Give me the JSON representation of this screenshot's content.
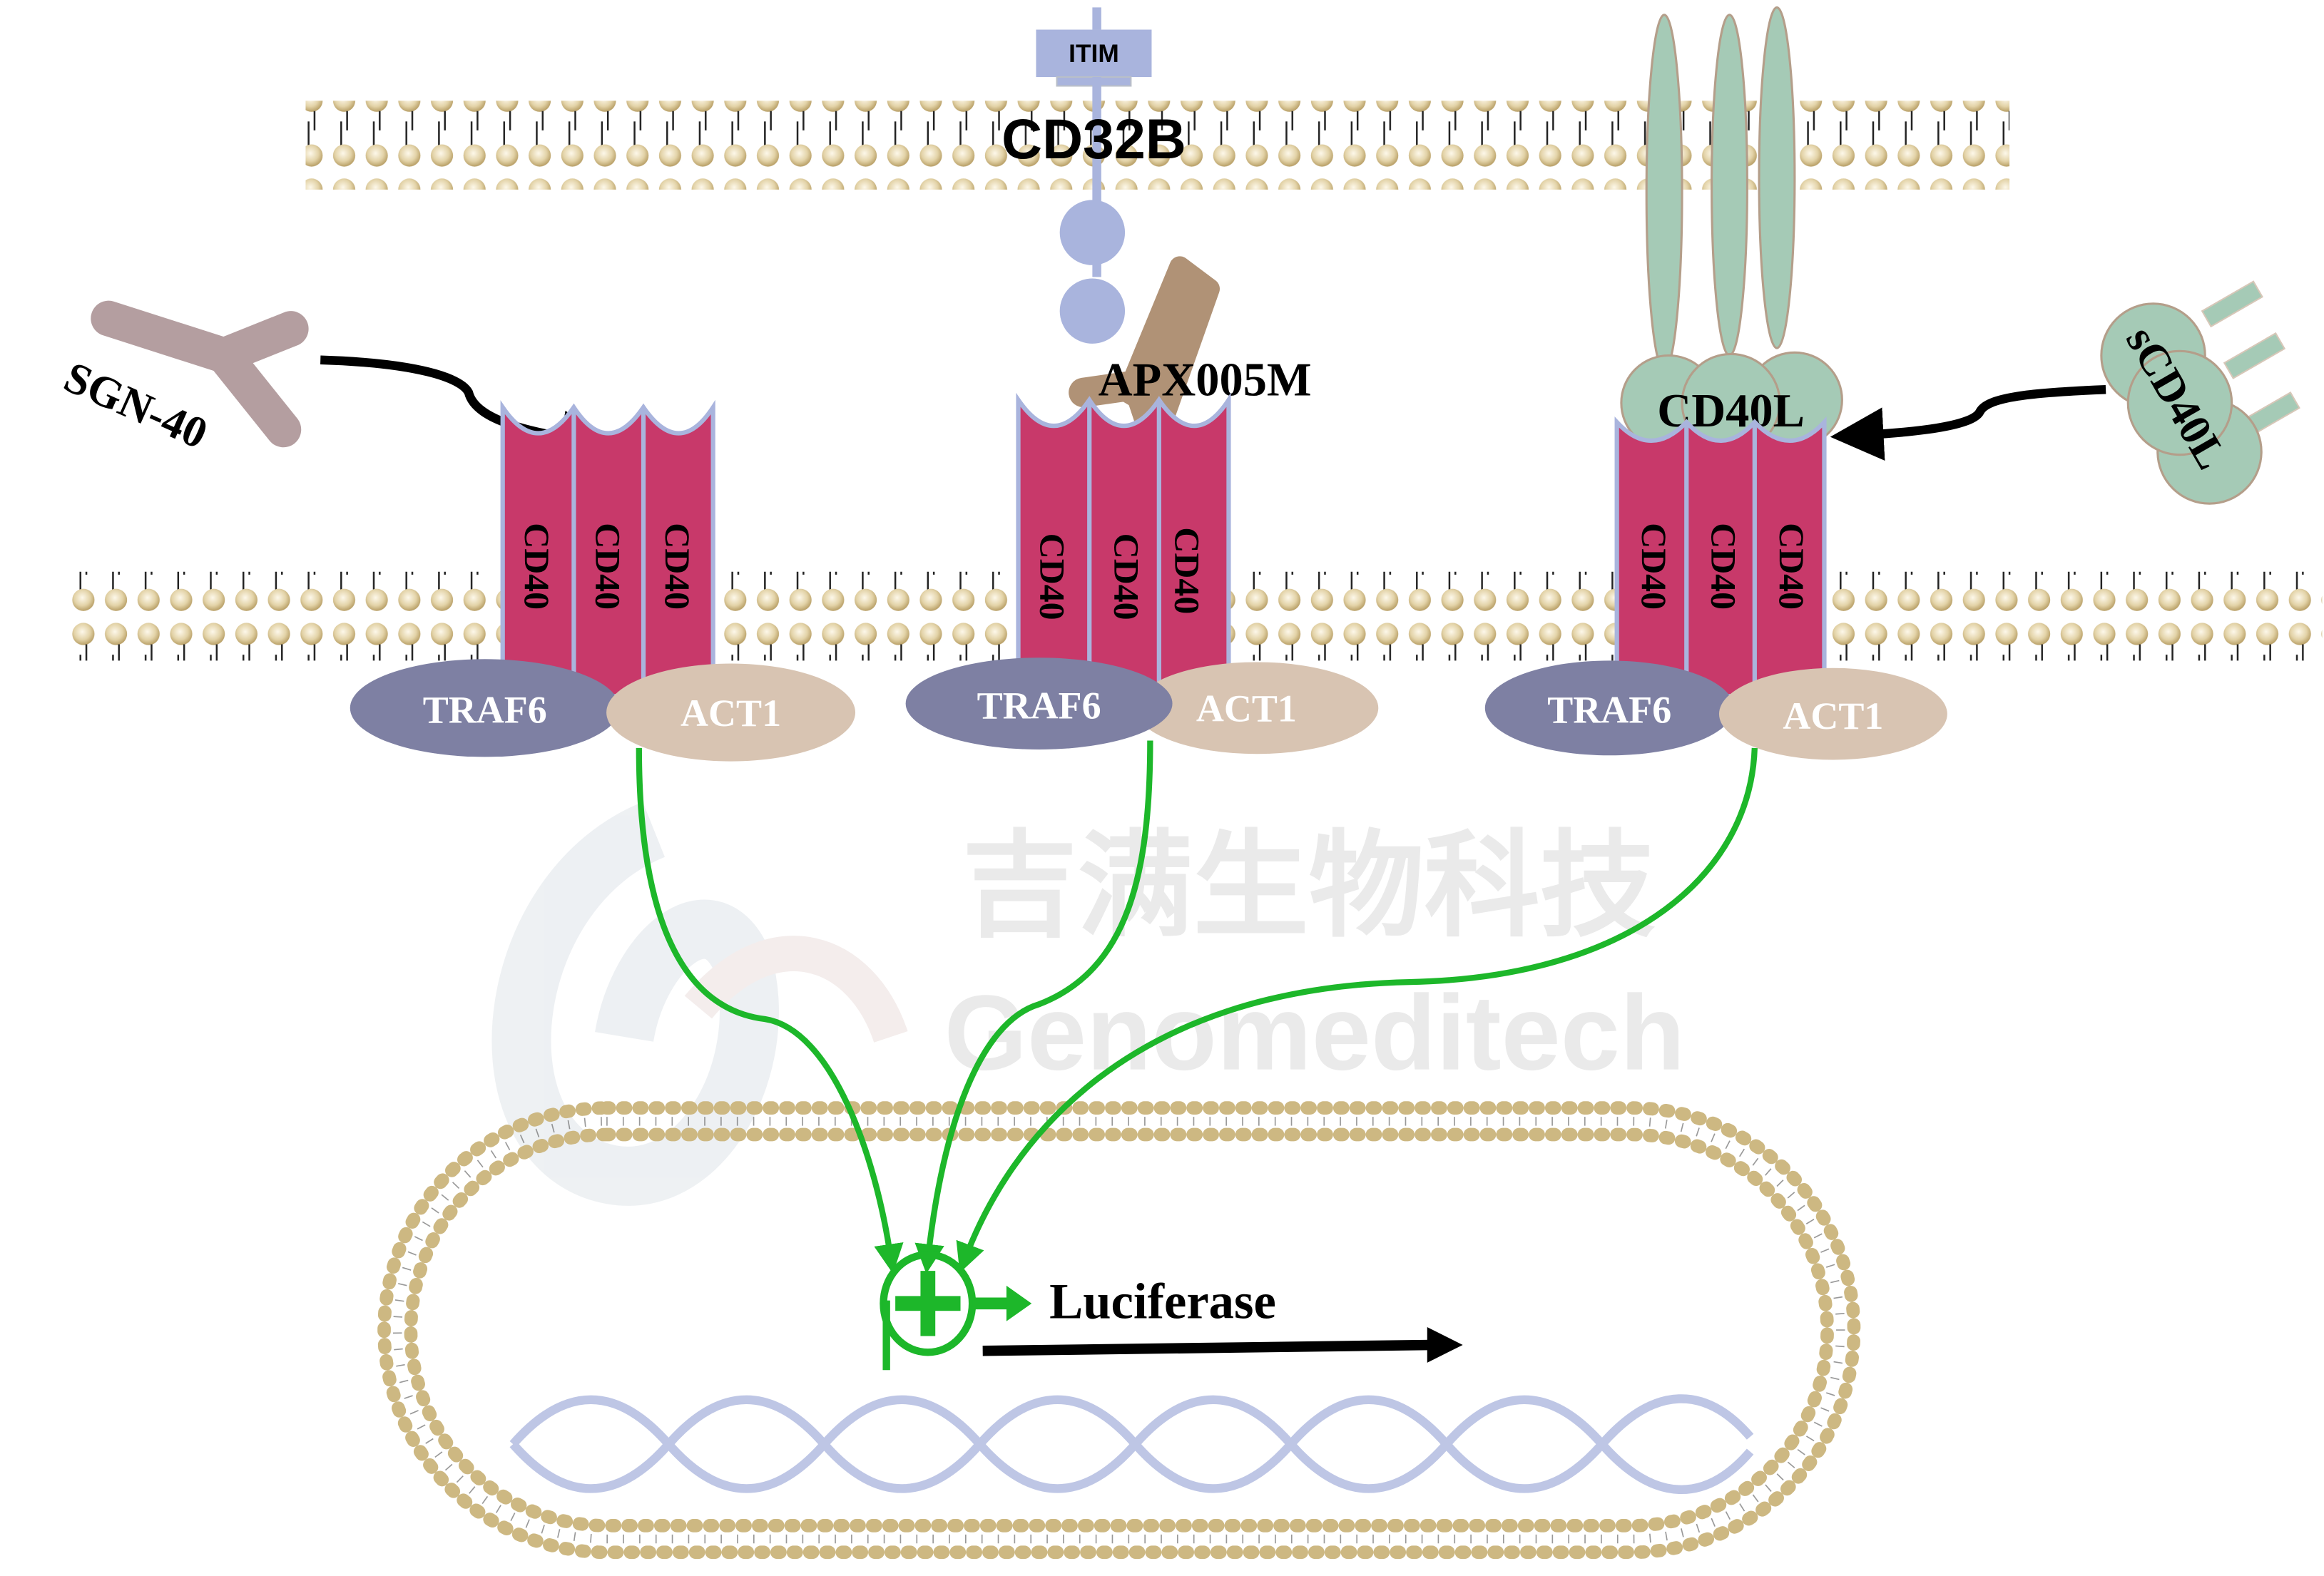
{
  "diagram": {
    "title": "CD40 reporter assay signaling diagram",
    "labels": {
      "itim": "ITIM",
      "cd32b": "CD32B",
      "sgn40": "SGN-40",
      "apx005m": "APX005M",
      "cd40l": "CD40L",
      "scd40l": "sCD40L",
      "cd40": "CD40",
      "traf6": "TRAF6",
      "act1": "ACT1",
      "luciferase": "Luciferase"
    },
    "complexes": [
      {
        "name": "SGN-40 complex",
        "receptor": "CD40",
        "subunits": [
          "CD40",
          "CD40",
          "CD40"
        ],
        "adaptors": [
          "TRAF6",
          "ACT1"
        ]
      },
      {
        "name": "APX005M complex",
        "receptor": "CD40",
        "subunits": [
          "CD40",
          "CD40",
          "CD40"
        ],
        "adaptors": [
          "TRAF6",
          "ACT1"
        ]
      },
      {
        "name": "CD40L complex",
        "receptor": "CD40",
        "subunits": [
          "CD40",
          "CD40",
          "CD40"
        ],
        "adaptors": [
          "TRAF6",
          "ACT1"
        ]
      }
    ],
    "watermark": {
      "cn": "吉满生物科技",
      "en": "Genomeditech"
    },
    "colors": {
      "cd40": "#c8396a",
      "cd40_edge": "#a9b4dd",
      "traf6": "#7e80a3",
      "act1": "#d8c4b2",
      "cd32b": "#a9b4dd",
      "cd40l": "#a5cab6",
      "sgn40": "#b49ea0",
      "apx005m": "#b09276",
      "lipid": "#c8b47a",
      "signal": "#1db72a",
      "watermark": "#e8e8e8"
    }
  }
}
